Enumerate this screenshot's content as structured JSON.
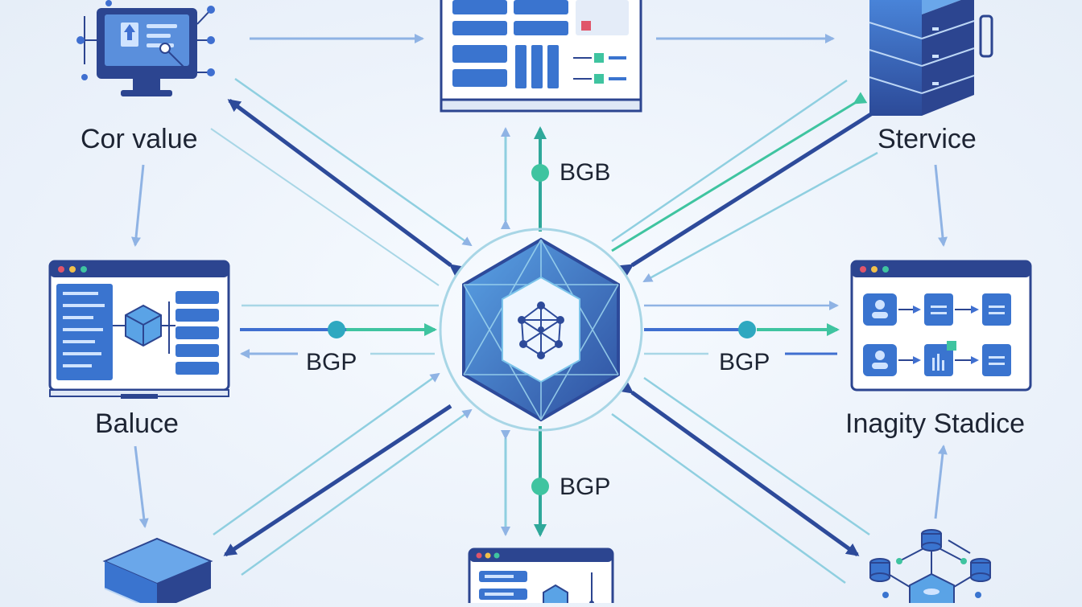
{
  "nodes": {
    "core_value": {
      "label": "Cor value"
    },
    "stervice": {
      "label": "Stervice"
    },
    "baluce": {
      "label": "Baluce"
    },
    "inagity_stadice": {
      "label": "Inagity Stadice"
    }
  },
  "edges": {
    "top": {
      "label": "BGB"
    },
    "left": {
      "label": "BGP"
    },
    "right": {
      "label": "BGP"
    },
    "bottom": {
      "label": "BGP"
    }
  },
  "colors": {
    "navy": "#2d4a9a",
    "blue": "#3f6fd0",
    "light_blue": "#8fb3e4",
    "teal": "#2fa89a",
    "green": "#3fc4a0",
    "panel_border": "#2c4590",
    "panel_fill": "#ffffff",
    "bar": "#3a74cf"
  },
  "icons": {
    "top_left": "monitor-network-icon",
    "top_center": "dashboard-panel-icon",
    "top_right": "server-stack-icon",
    "mid_left": "browser-cube-icon",
    "center": "hexagon-network-hub-icon",
    "mid_right": "workflow-panel-icon",
    "bottom_left": "server-box-icon",
    "bottom_center": "browser-form-icon",
    "bottom_right": "database-network-icon"
  }
}
